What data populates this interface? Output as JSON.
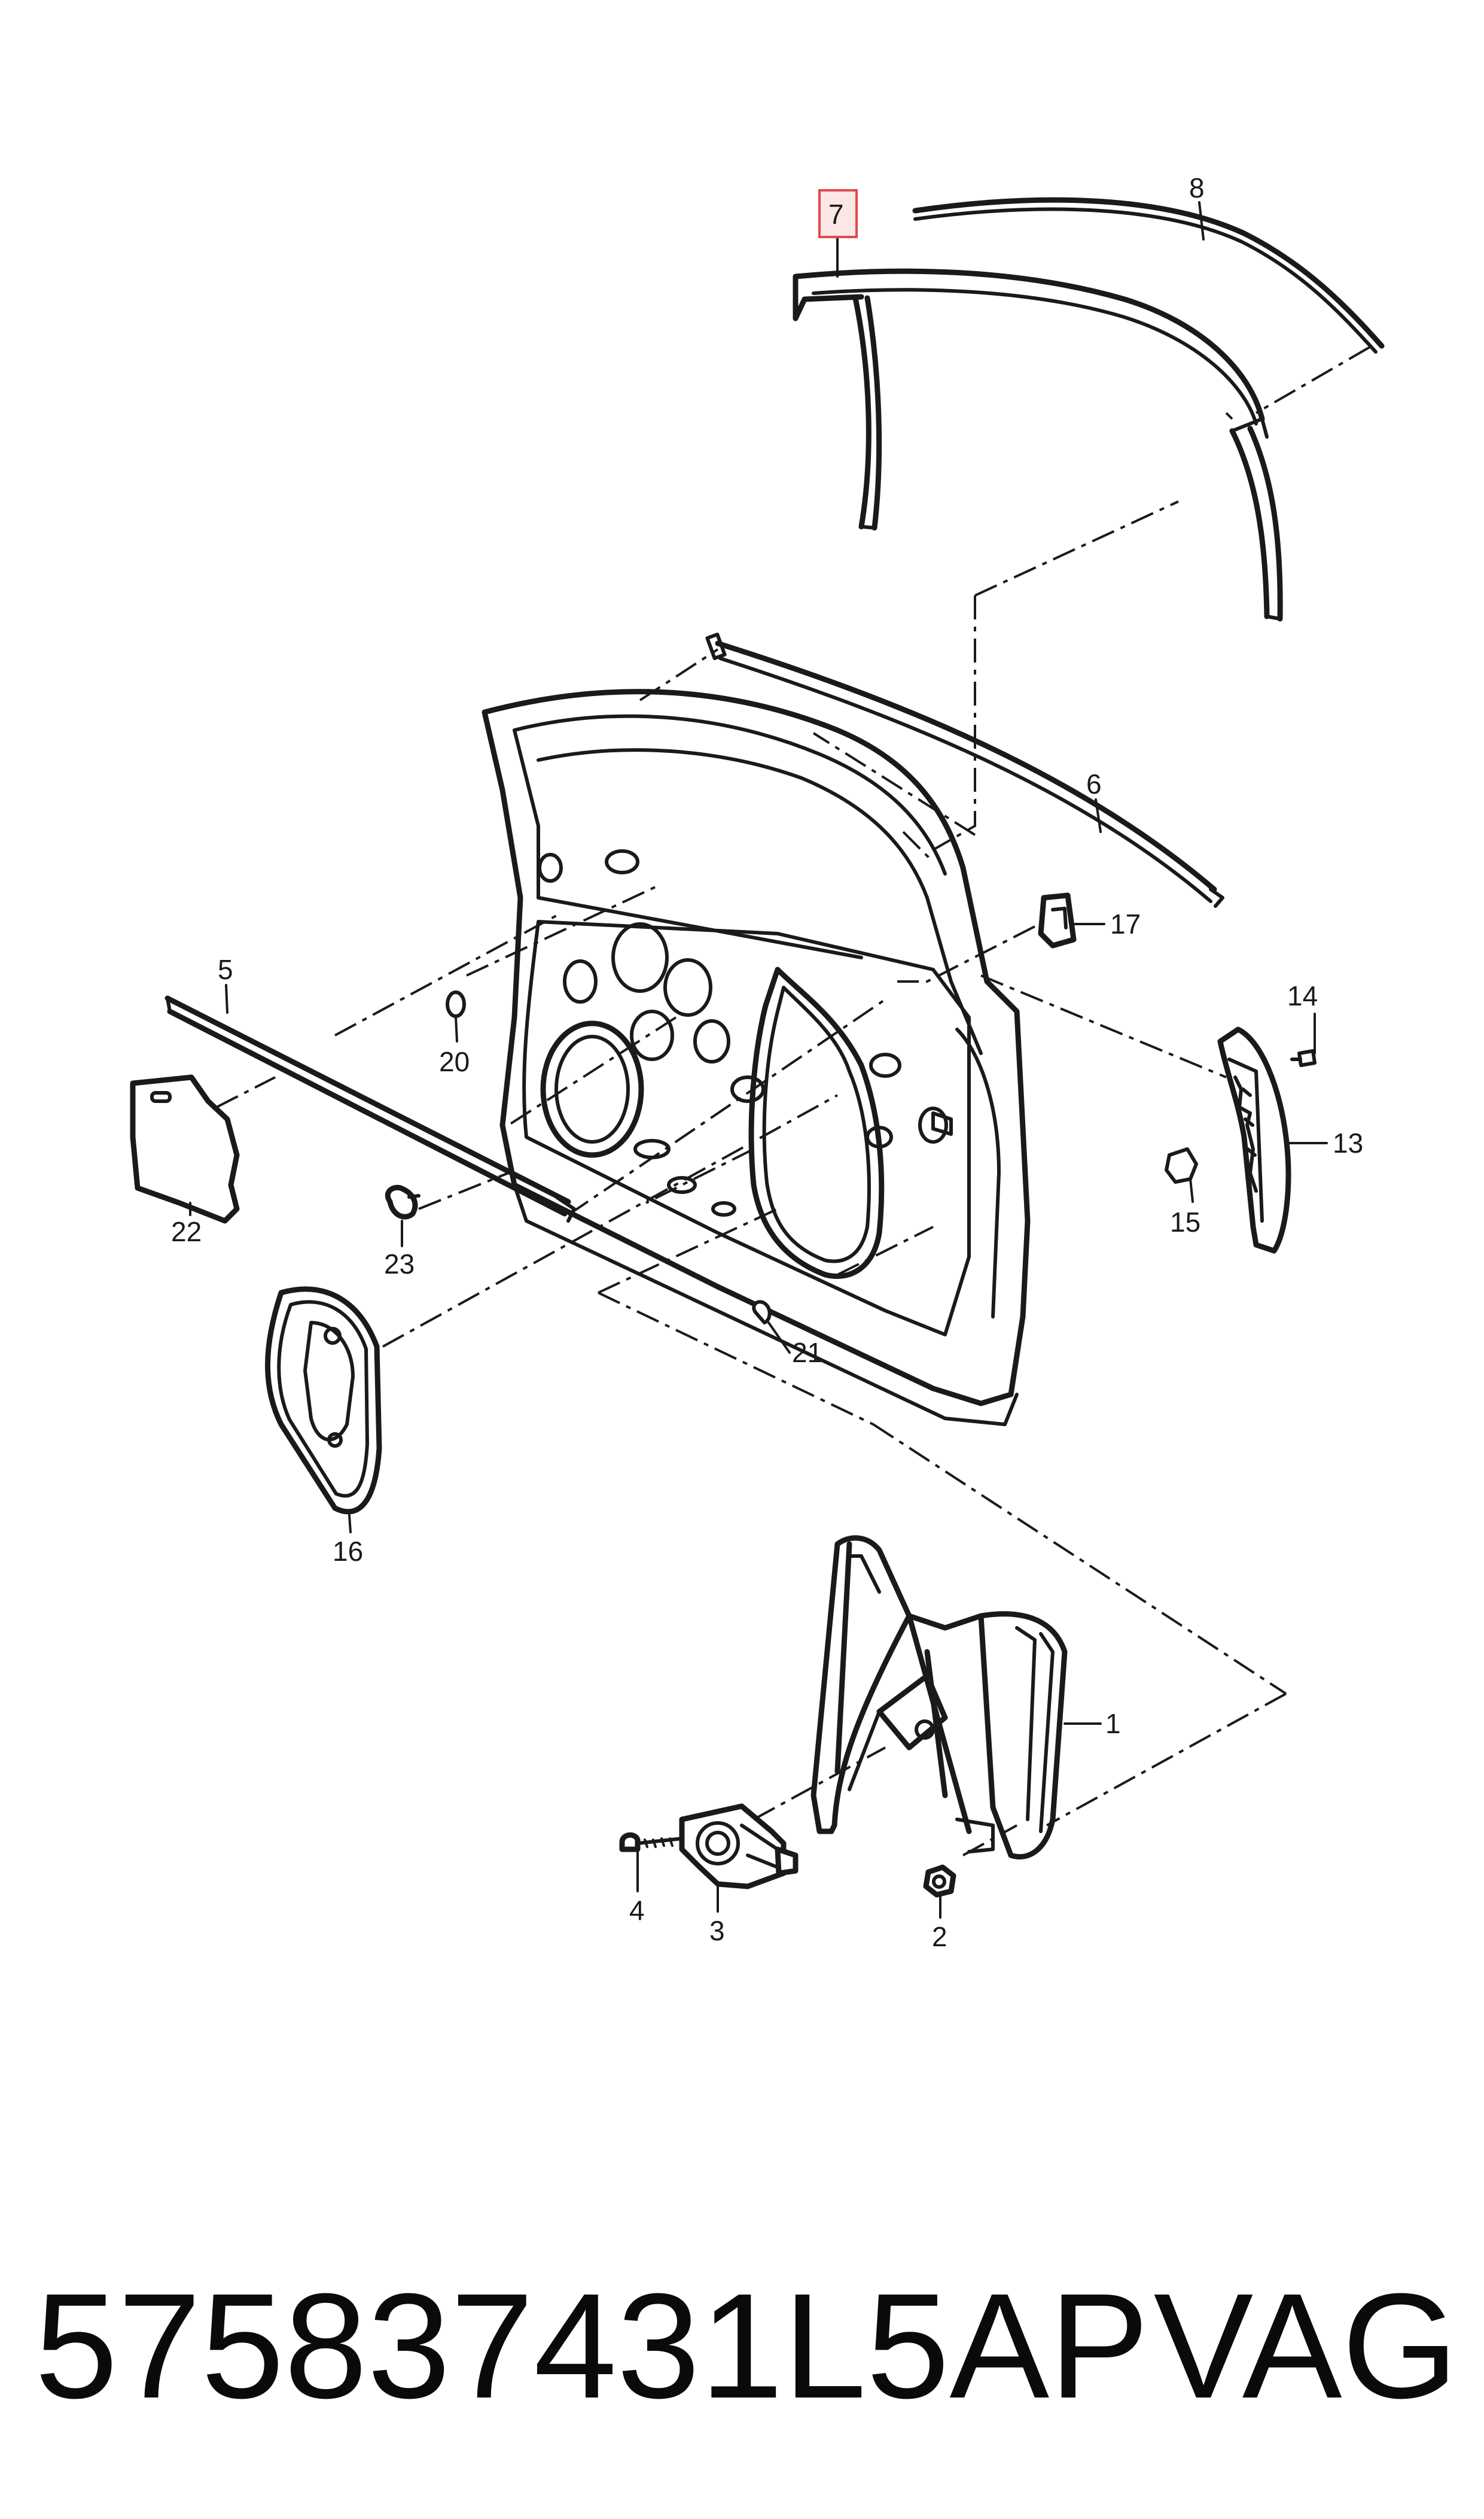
{
  "callouts": {
    "c1": "1",
    "c2": "2",
    "c3": "3",
    "c4": "4",
    "c5": "5",
    "c6": "6",
    "c7": "7",
    "c8": "8",
    "c13": "13",
    "c14": "14",
    "c15": "15",
    "c16": "16",
    "c17": "17",
    "c20": "20",
    "c21": "21",
    "c22": "22",
    "c23": "23"
  },
  "highlighted_callout": "7",
  "footer": {
    "part_number": "575837431L5AP",
    "brand": "VAG"
  }
}
